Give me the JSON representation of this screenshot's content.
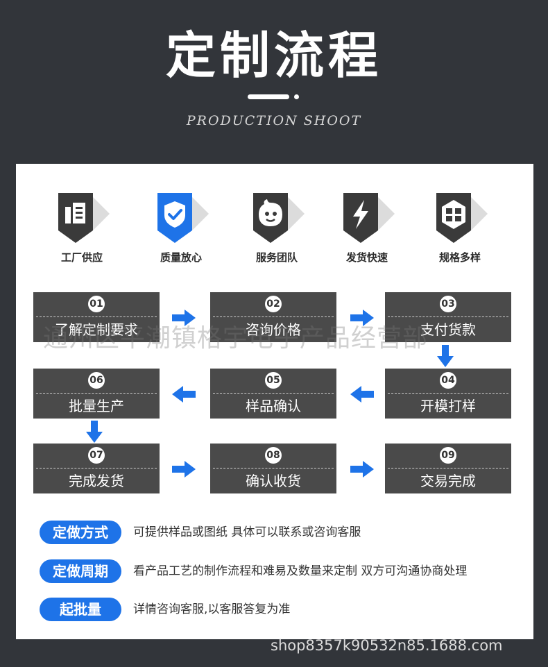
{
  "header": {
    "title": "定制流程",
    "subtitle": "PRODUCTION SHOOT"
  },
  "features": [
    {
      "label": "工厂供应",
      "icon": "building-icon",
      "color": "#3a3a3a"
    },
    {
      "label": "质量放心",
      "icon": "shield-check-icon",
      "color": "#1e73e8"
    },
    {
      "label": "服务团队",
      "icon": "smile-face-icon",
      "color": "#3a3a3a"
    },
    {
      "label": "发货快速",
      "icon": "lightning-icon",
      "color": "#3a3a3a"
    },
    {
      "label": "规格多样",
      "icon": "cube-grid-icon",
      "color": "#3a3a3a"
    }
  ],
  "steps": [
    {
      "num": "01",
      "label": "了解定制要求"
    },
    {
      "num": "02",
      "label": "咨询价格"
    },
    {
      "num": "03",
      "label": "支付货款"
    },
    {
      "num": "04",
      "label": "开模打样"
    },
    {
      "num": "05",
      "label": "样品确认"
    },
    {
      "num": "06",
      "label": "批量生产"
    },
    {
      "num": "07",
      "label": "完成发货"
    },
    {
      "num": "08",
      "label": "确认收货"
    },
    {
      "num": "09",
      "label": "交易完成"
    }
  ],
  "info": [
    {
      "badge": "定做方式",
      "text": "可提供样品或图纸 具体可以联系或咨询客服"
    },
    {
      "badge": "定做周期",
      "text": "看产品工艺的制作流程和难易及数量来定制 双方可沟通协商处理"
    },
    {
      "badge": "起批量",
      "text": "详情咨询客服,以客服答复为准"
    }
  ],
  "watermark": "通州区平潮镇格宇电子产品经营部",
  "footer": "shop8357k90532n85.1688.com",
  "colors": {
    "accent": "#1e73e8",
    "step_bg": "#4a4a4a",
    "page_bg": "#32353a"
  }
}
